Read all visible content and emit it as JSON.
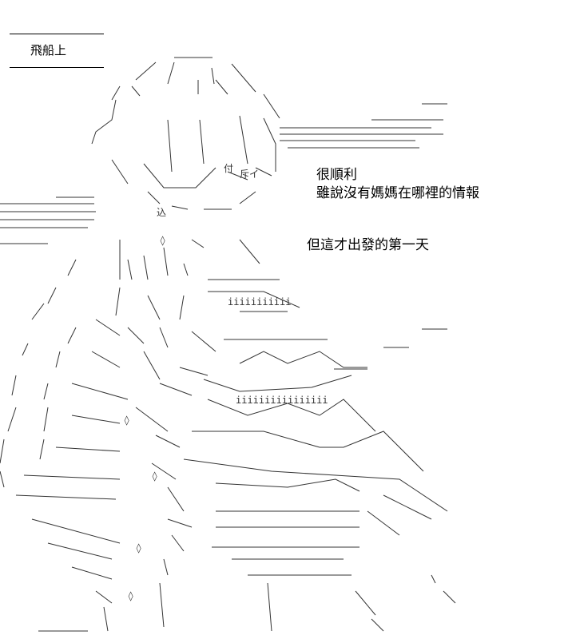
{
  "title": "飛船上",
  "captions": {
    "line1": "很順利",
    "line2": "雖說沒有媽媽在哪裡的情報",
    "line3": "但這才出發的第一天"
  },
  "illustration_alt": "ASCII art character figure"
}
